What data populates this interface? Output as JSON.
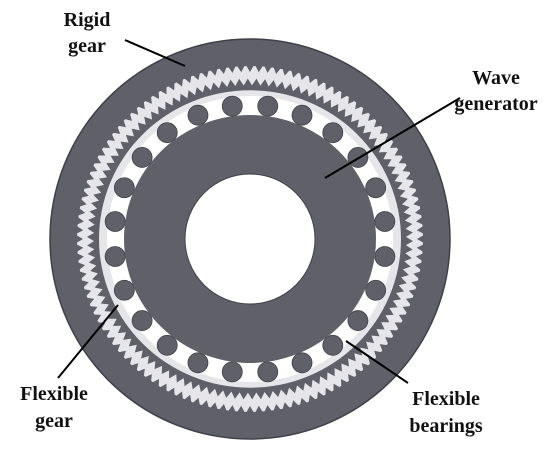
{
  "labels": {
    "rigid_gear": [
      "Rigid",
      "gear"
    ],
    "wave_generator": [
      "Wave",
      "generator"
    ],
    "flexible_gear": [
      "Flexible",
      "gear"
    ],
    "flexible_bearings": [
      "Flexible",
      "bearings"
    ]
  },
  "colors": {
    "gear_body": "#5f6068",
    "gear_outline": "#3f4048",
    "tooth_fill": "#e6e6ea",
    "background": "#ffffff",
    "leader_line": "#000000"
  },
  "components": {
    "rigid_gear_teeth": 120,
    "flexible_gear_teeth": 118,
    "bearing_balls": 24
  }
}
